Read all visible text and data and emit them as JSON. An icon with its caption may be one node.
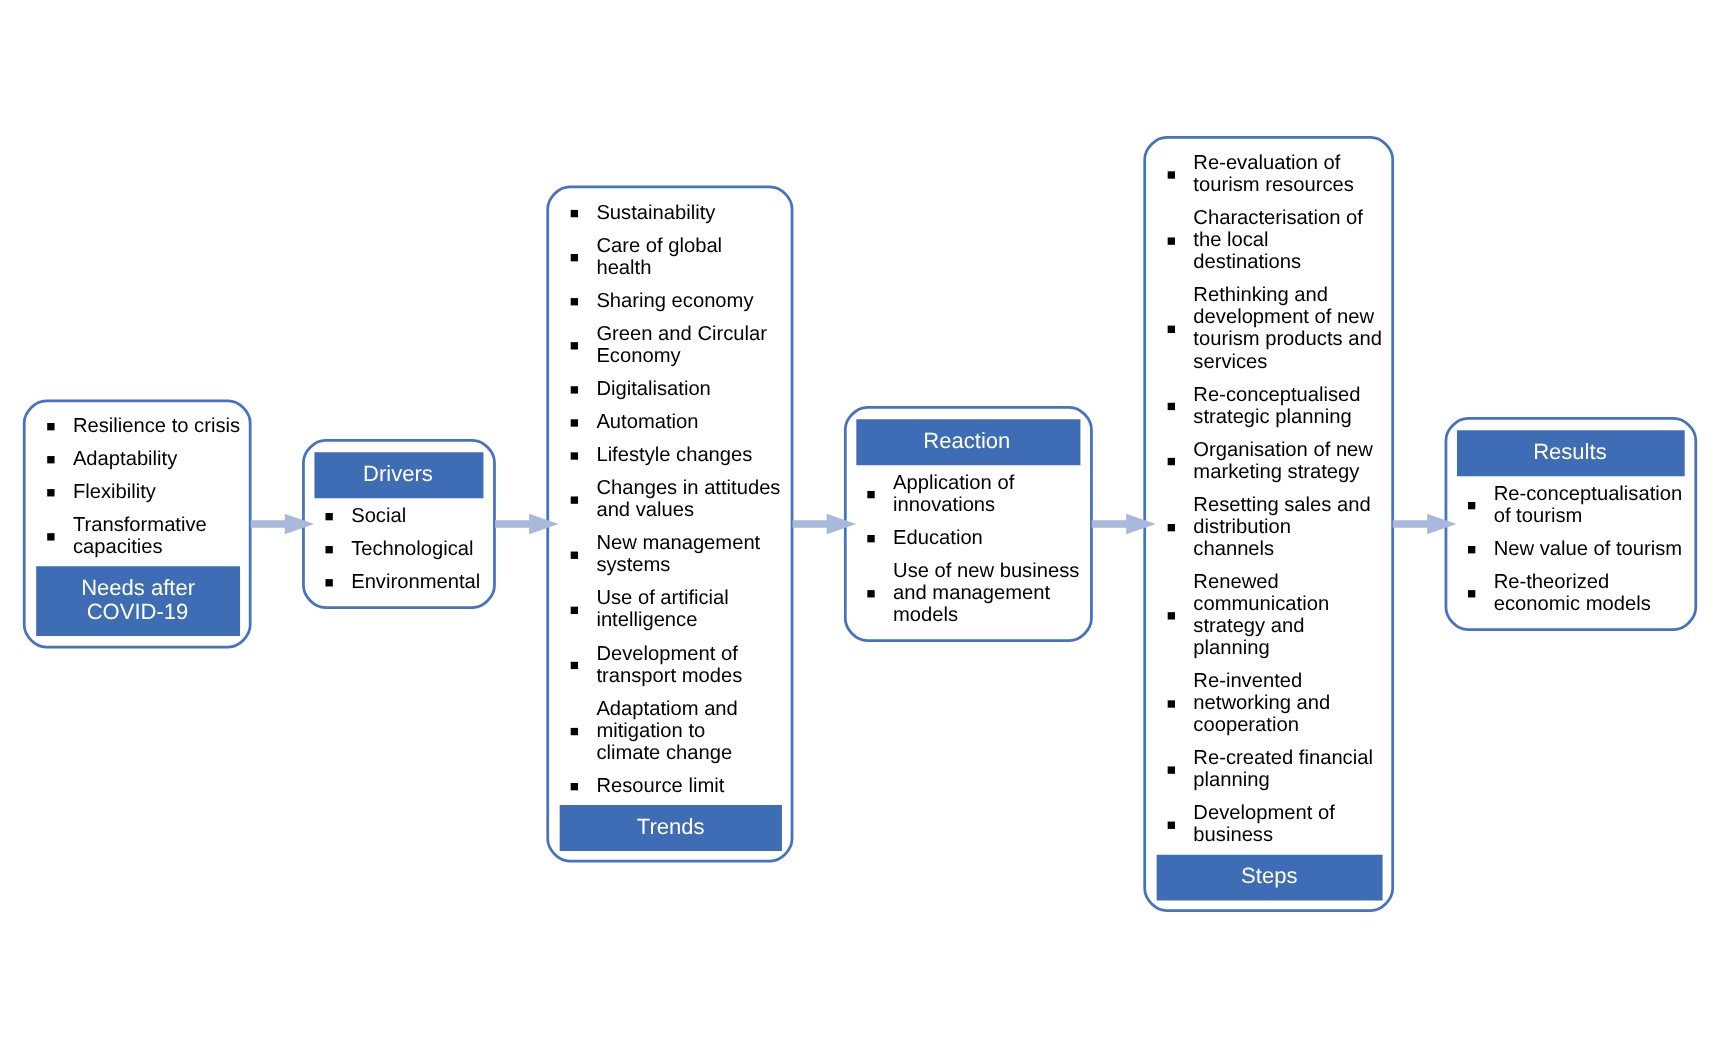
{
  "diagram": {
    "nodes": [
      {
        "text": [
          "Resilience to crisis",
          "Adaptability",
          "Flexibility",
          "Transformative capacities",
          "Needs after COVID-19"
        ]
      },
      {
        "text": [
          "Drivers",
          "Social",
          "Technological",
          "Environmental"
        ]
      },
      {
        "text": [
          "Sustainability",
          "Care of global health",
          "Sharing economy",
          "Green and Circular Economy",
          "Digitalisation",
          "Automation",
          "Lifestyle changes",
          "Changes in attitudes and values",
          "New management systems",
          "Use of artificial intelligence",
          "Development of transport modes",
          "Adaptatiom and mitigation to climate change",
          "Resource limit",
          "Trends"
        ]
      },
      {
        "text": [
          "Reaction",
          "Application of innovations",
          "Education",
          "Use of new business and management models"
        ]
      },
      {
        "text": [
          "Re-evaluation of tourism resources",
          "Characterisation of the local destinations",
          "Rethinking and development of new tourism products and services",
          "Re-conceptualised strategic planning",
          "Organisation of new marketing strategy",
          "Resetting sales and distribution channels",
          "Renewed communication strategy and planning",
          "Re-invented networking and cooperation",
          "Re-created financial planning",
          "Development of business",
          "Steps"
        ]
      },
      {
        "text": [
          "Results",
          "Re-conceptualisation of tourism",
          "New value of tourism",
          "Re-theorized economic models"
        ]
      }
    ],
    "edges": [
      {
        "from": 0,
        "to": 1,
        "arrow": "to"
      },
      {
        "from": 1,
        "to": 2,
        "arrow": "to"
      },
      {
        "from": 2,
        "to": 3,
        "arrow": "to"
      },
      {
        "from": 3,
        "to": 4,
        "arrow": "to"
      },
      {
        "from": 4,
        "to": 5,
        "arrow": "to"
      }
    ]
  }
}
